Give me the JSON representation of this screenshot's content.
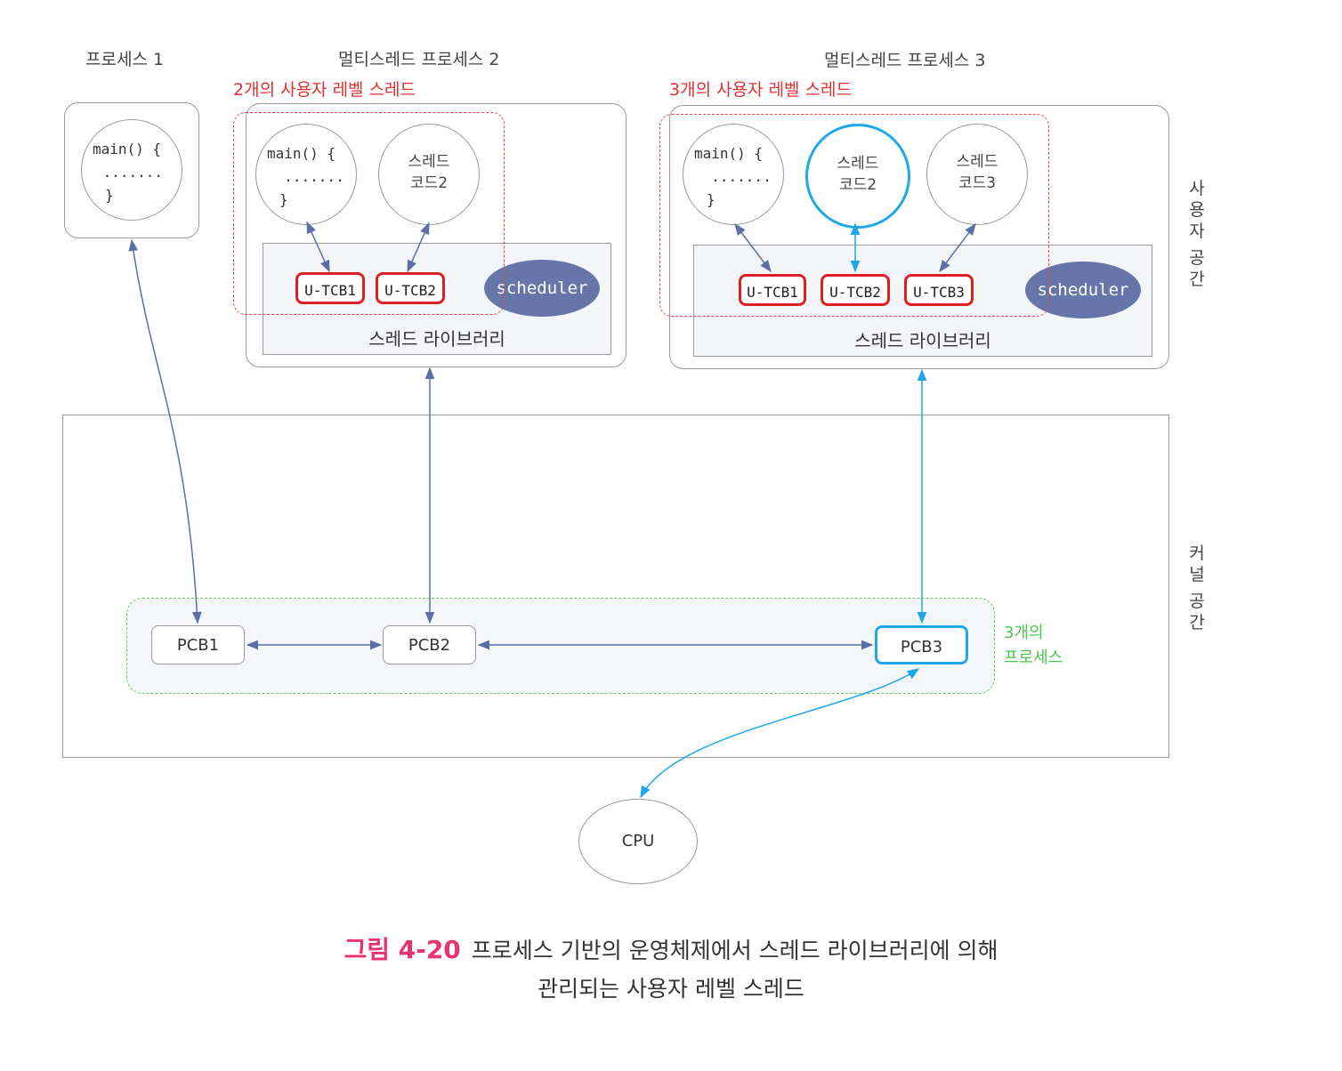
{
  "process1": {
    "title": "프로세스 1",
    "code_lines": [
      "main() {",
      " .......",
      "}"
    ]
  },
  "process2": {
    "title": "멀티스레드 프로세스 2",
    "red_label": "2개의 사용자 레벨 스레드",
    "main_code_lines": [
      "main() {",
      "  .......",
      "}"
    ],
    "thread": {
      "line1": "스레드",
      "line2": "코드2"
    },
    "tcbs": [
      "U-TCB1",
      "U-TCB2"
    ],
    "scheduler": "scheduler",
    "library": "스레드 라이브러리"
  },
  "process3": {
    "title": "멀티스레드 프로세스 3",
    "red_label": "3개의 사용자 레벨 스레드",
    "main_code_lines": [
      "main() {",
      "  .......",
      "}"
    ],
    "thread2": {
      "line1": "스레드",
      "line2": "코드2"
    },
    "thread3": {
      "line1": "스레드",
      "line2": "코드3"
    },
    "tcbs": [
      "U-TCB1",
      "U-TCB2",
      "U-TCB3"
    ],
    "scheduler": "scheduler",
    "library": "스레드 라이브러리"
  },
  "user_space_label": [
    "사",
    "용",
    "자",
    "",
    "공",
    "간"
  ],
  "kernel_space_label": [
    "커",
    "널",
    "",
    "공",
    "간"
  ],
  "pcbs": [
    "PCB1",
    "PCB2",
    "PCB3"
  ],
  "process_count_label": [
    "3개의",
    "프로세스"
  ],
  "cpu": "CPU",
  "caption": {
    "figure_number": "그림 4-20",
    "line1": "프로세스 기반의 운영체제에서 스레드 라이브러리에 의해",
    "line2": "관리되는 사용자 레벨 스레드"
  },
  "colors": {
    "red": "#e03030",
    "green": "#4cc34c",
    "blue": "#1ea8e8",
    "scheduler": "#6676a8",
    "caption_accent": "#e8336b"
  }
}
